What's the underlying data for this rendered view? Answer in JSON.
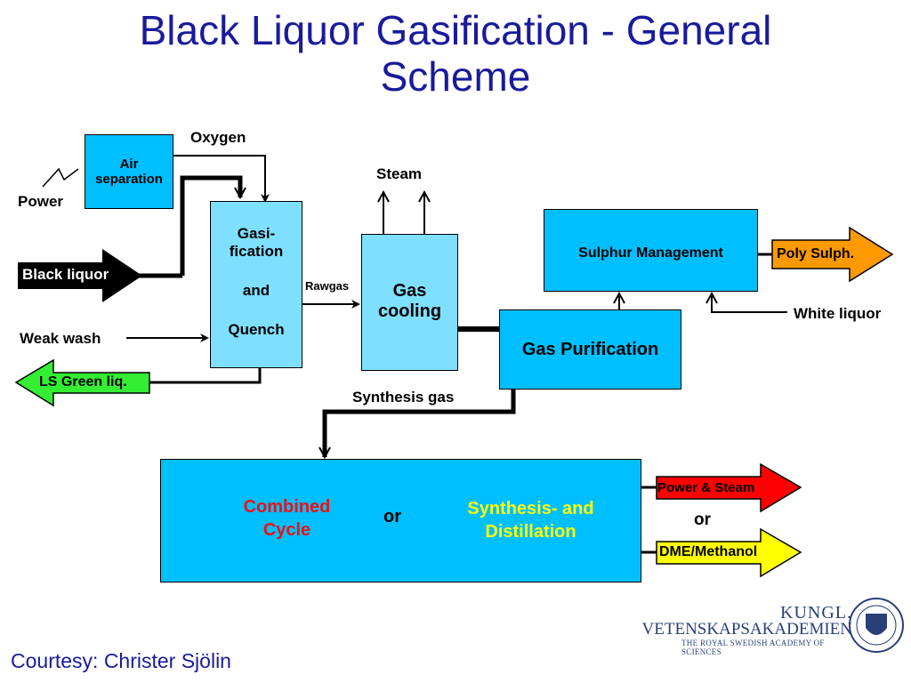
{
  "title": {
    "line1": "Black Liquor Gasification - General",
    "line2": "Scheme"
  },
  "colors": {
    "box": "#00bfff",
    "light_box": "#7fdfff",
    "title": "#1a1a9c",
    "green": "#33ee33",
    "orange": "#ff9900",
    "red": "#ff0000",
    "yellow": "#ffff00"
  },
  "nodes": {
    "air_separation": {
      "line1": "Air",
      "line2": "separation"
    },
    "gasification": {
      "line1": "Gasi-",
      "line2": "fication",
      "line3": "and",
      "line4": "Quench"
    },
    "gas_cooling": {
      "line1": "Gas",
      "line2": "cooling"
    },
    "gas_purification": "Gas Purification",
    "sulphur_management": "Sulphur Management",
    "combined": {
      "cycle_line1": "Combined",
      "cycle_line2": "Cycle",
      "or": "or",
      "synth_line1": "Synthesis- and",
      "synth_line2": "Distillation"
    }
  },
  "streams": {
    "oxygen": "Oxygen",
    "power": "Power",
    "black_liquor": "Black liquor",
    "weak_wash": "Weak wash",
    "ls_green_liq": "LS Green liq.",
    "rawgas": "Rawgas",
    "steam": "Steam",
    "synthesis_gas": "Synthesis gas",
    "white_liquor": "White liquor",
    "poly_sulph": "Poly Sulph.",
    "power_steam": "Power & Steam",
    "or": "or",
    "dme_methanol": "DME/Methanol"
  },
  "footer": {
    "courtesy": "Courtesy: Christer Sjölin"
  },
  "logo": {
    "line1": "KUNGL.",
    "line2": "VETENSKAPSAKADEMIEN",
    "line3": "THE ROYAL SWEDISH ACADEMY OF SCIENCES",
    "icon": "academy-seal-icon"
  }
}
